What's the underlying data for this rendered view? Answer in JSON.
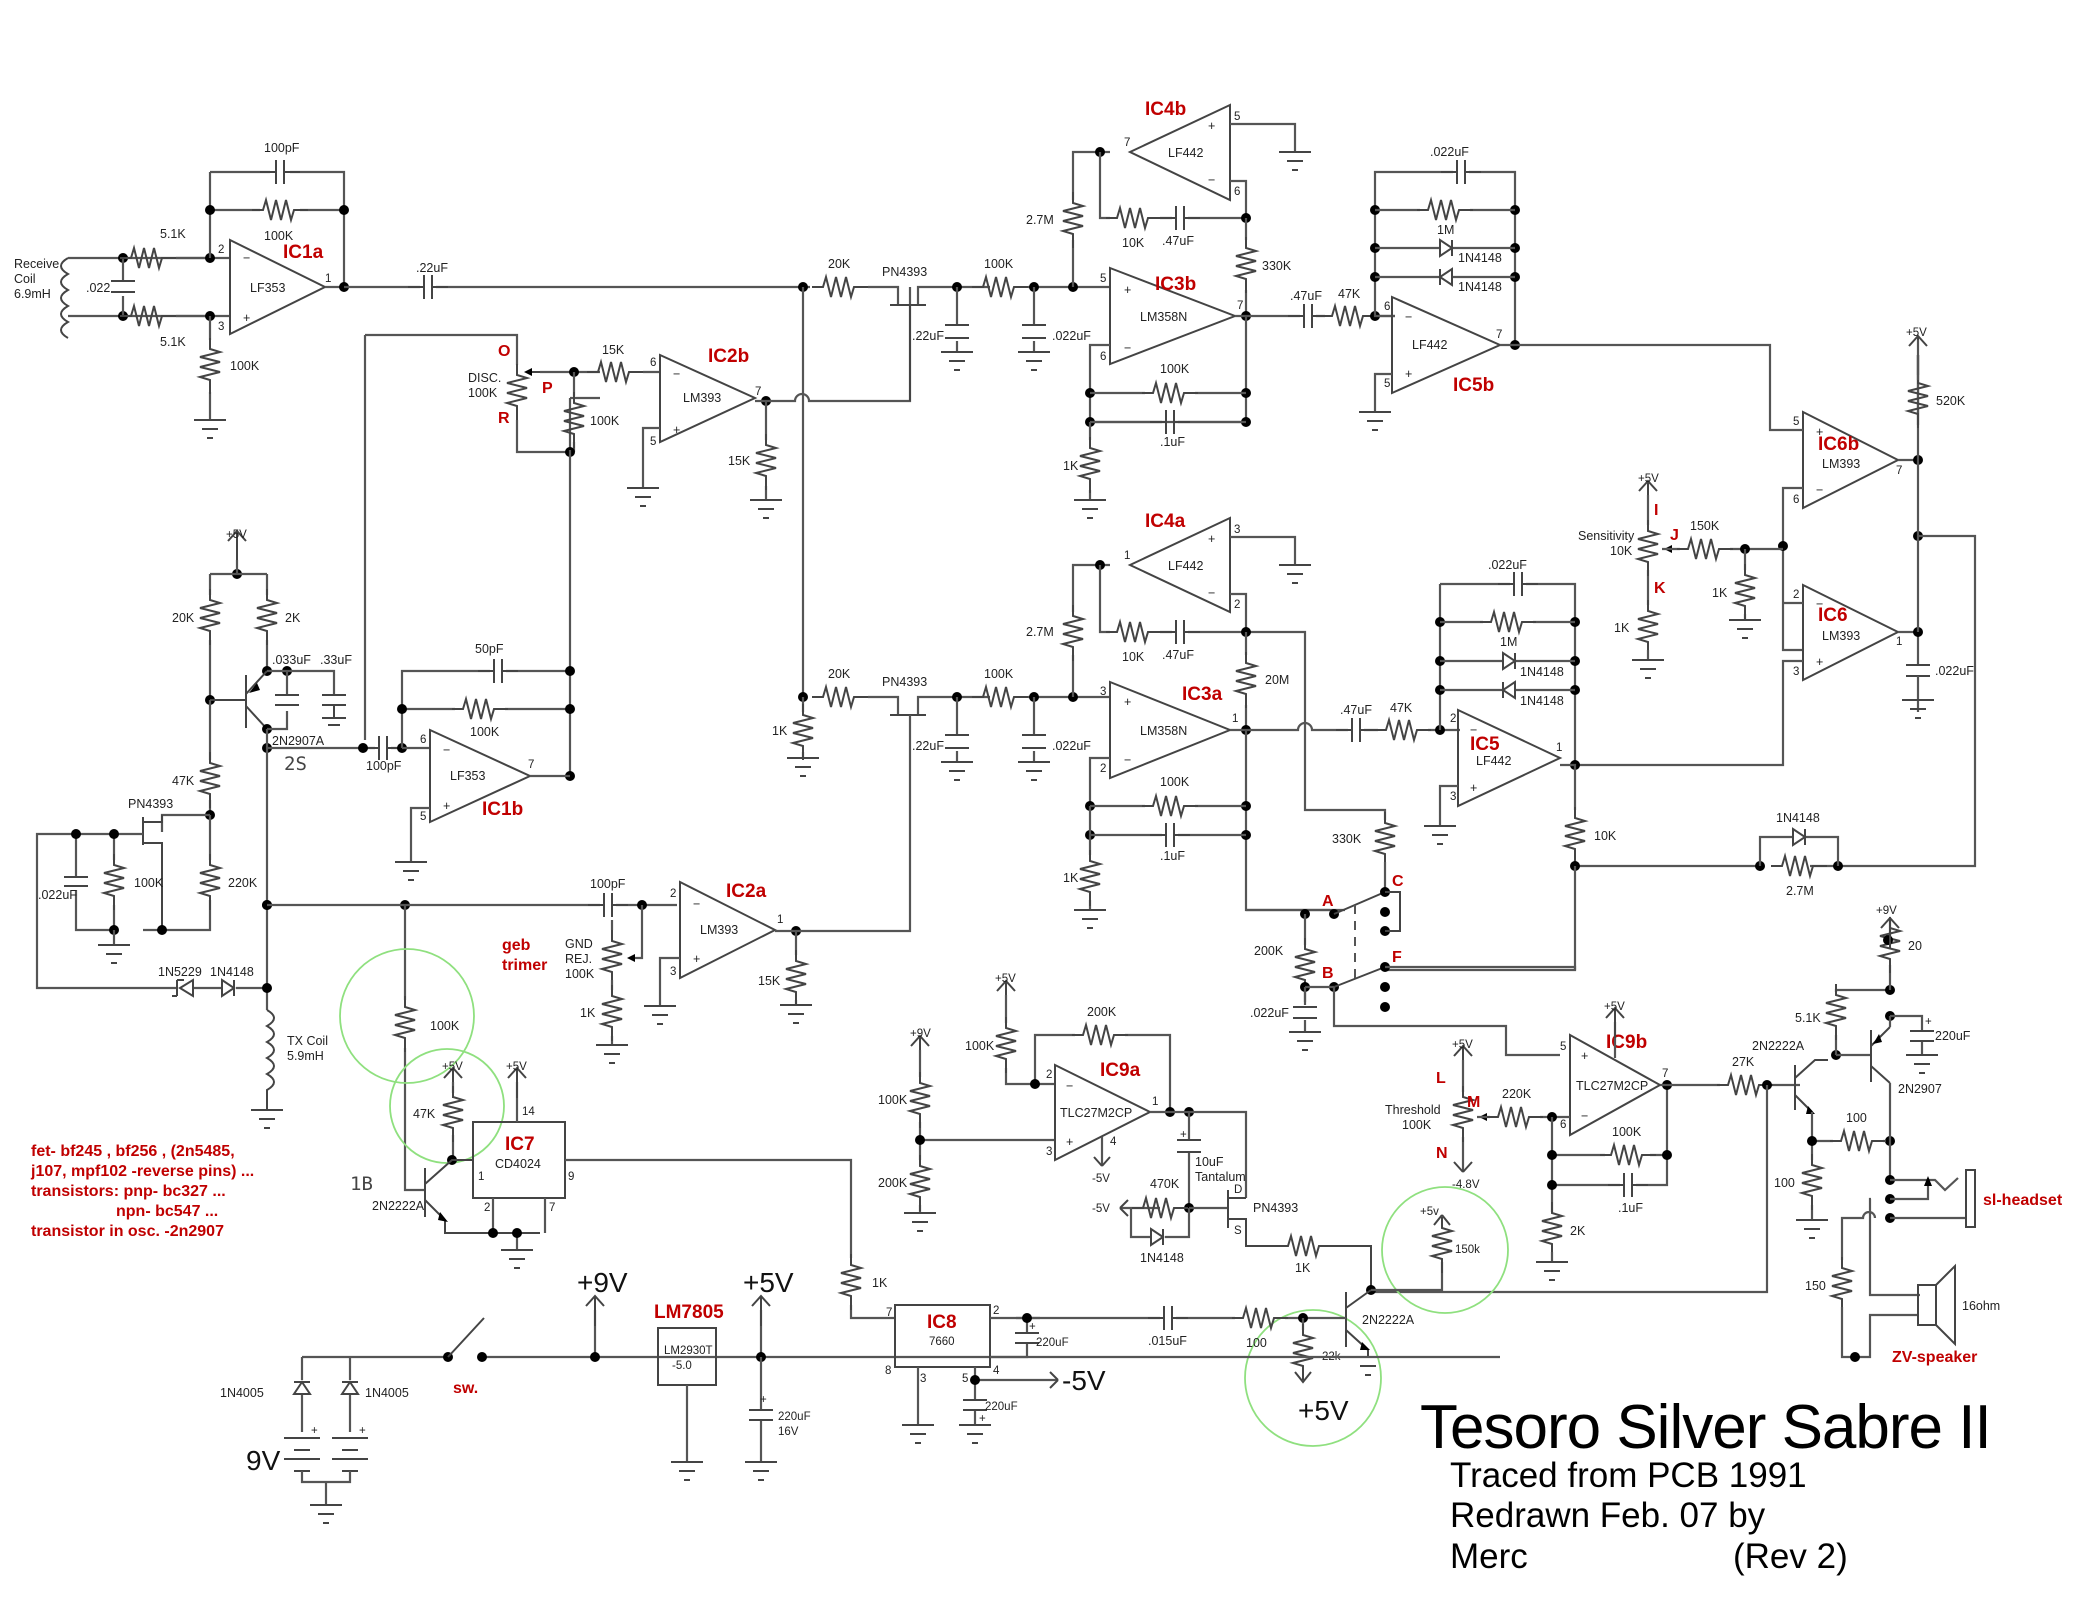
{
  "title": {
    "main": "Tesoro Silver Sabre II",
    "line1": "Traced from PCB 1991",
    "line2": "Redrawn Feb. 07 by",
    "author": "Merc",
    "revision": "(Rev 2)"
  },
  "ic_labels": {
    "ic1a": "IC1a",
    "ic1b": "IC1b",
    "ic2a": "IC2a",
    "ic2b": "IC2b",
    "ic3a": "IC3a",
    "ic3b": "IC3b",
    "ic4a": "IC4a",
    "ic4b": "IC4b",
    "ic5": "IC5",
    "ic5b": "IC5b",
    "ic6": "IC6",
    "ic6b": "IC6b",
    "ic7": "IC7",
    "ic8": "IC8",
    "ic9a": "IC9a",
    "ic9b": "IC9b",
    "lm7805": "LM7805"
  },
  "parts": {
    "lf353": "LF353",
    "lm393": "LM393",
    "lf442": "LF442",
    "lm358n": "LM358N",
    "tlc27m2cp": "TLC27M2CP",
    "cd4024": "CD4024",
    "ic7660": "7660",
    "lm2930t": "LM2930T",
    "lm2930t_v": "-5.0",
    "pn4393": "PN4393",
    "q2n2907a": "2N2907A",
    "q2n2222a": "2N2222A",
    "q2n2907": "2N2907",
    "d1n4148": "1N4148",
    "d1n5229": "1N5229",
    "d1n4005": "1N4005"
  },
  "values": {
    "r100k": "100K",
    "r51k": "5.1K",
    "r15k": "15K",
    "r20k": "20K",
    "r27m": "2.7M",
    "r10k": "10K",
    "r330k": "330K",
    "r47k": "47K",
    "r1m": "1M",
    "r1k": "1K",
    "r520k": "520K",
    "r150k": "150K",
    "r2k": "2K",
    "r220k": "220K",
    "r20m": "20M",
    "r200k": "200K",
    "r470k": "470K",
    "r27k": "27K",
    "r100": "100",
    "r150": "150",
    "r20": "20",
    "r22k": "22k",
    "r150k_l": "150k",
    "c100pf": "100pF",
    "c022": ".022",
    "c22uf": ".22uF",
    "c022uf": ".022uF",
    "c47uf": ".47uF",
    "c1uf": ".1uF",
    "c50pf": "50pF",
    "c033uf": ".033uF",
    "c33uf": ".33uF",
    "c220uf": "220uF",
    "c16v": "16V",
    "c015uf": ".015uF",
    "c10uf": "10uF",
    "tantalum": "Tantalum",
    "ohm16": "16ohm"
  },
  "labels": {
    "receive_coil": [
      "Receive",
      "Coil",
      "6.9mH"
    ],
    "tx_coil": [
      "TX Coil",
      "5.9mH"
    ],
    "disc": [
      "DISC.",
      "100K"
    ],
    "gnd_rej": [
      "GND",
      "REJ.",
      "100K"
    ],
    "sensitivity": [
      "Sensitivity",
      "10K"
    ],
    "threshold": [
      "Threshold",
      "100K"
    ],
    "geb_trimer": [
      "geb",
      "trimer"
    ],
    "sw": "sw.",
    "headset": "sl-headset",
    "speaker": "ZV-speaker",
    "tag_2s": "2S",
    "tag_1b": "1B",
    "d": "D",
    "s": "S"
  },
  "rails": {
    "p5v": "+5V",
    "p9v": "+9V",
    "m5v": "-5V",
    "m48v": "-4.8V",
    "p5v_small": "+5v",
    "bat9v": "9V"
  },
  "pot_points": [
    "O",
    "P",
    "R",
    "I",
    "J",
    "K",
    "L",
    "M",
    "N"
  ],
  "switch_points": [
    "A",
    "B",
    "C",
    "F"
  ],
  "notes": [
    "fet- bf245 , bf256 , (2n5485,",
    "j107, mpf102 -reverse pins) ...",
    "transistors: pnp- bc327 ...",
    "npn- bc547 ...",
    "transistor in osc. -2n2907"
  ],
  "pins": [
    "1",
    "2",
    "3",
    "4",
    "5",
    "6",
    "7",
    "8",
    "9",
    "14"
  ]
}
